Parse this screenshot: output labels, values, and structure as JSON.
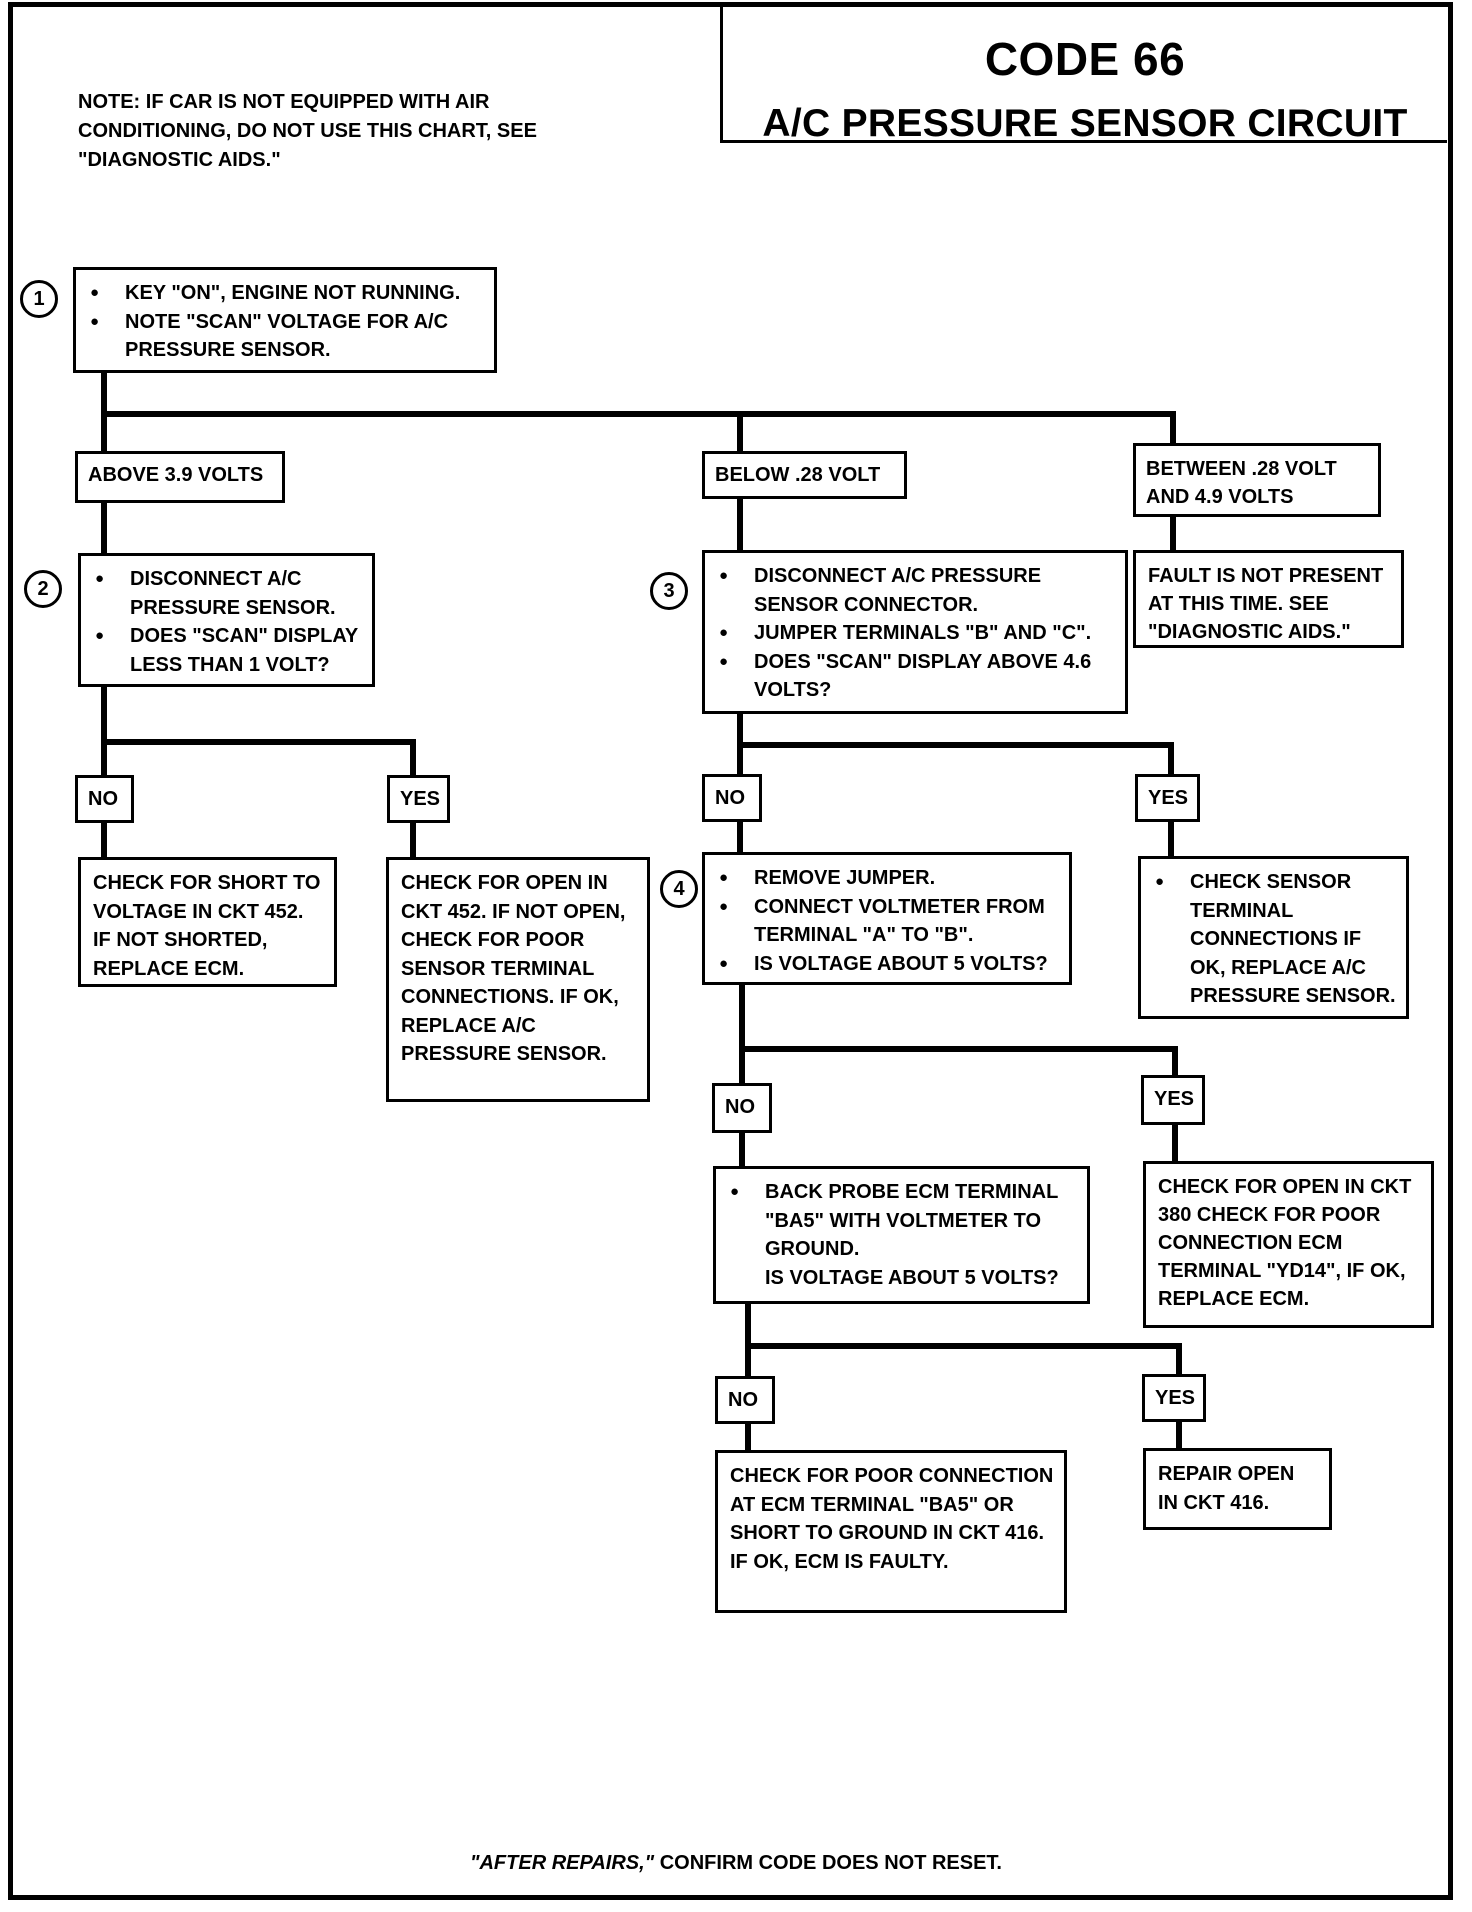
{
  "header": {
    "code": "CODE 66",
    "circuit": "A/C PRESSURE SENSOR CIRCUIT",
    "note": "NOTE:  IF CAR IS NOT EQUIPPED WITH AIR CONDITIONING, DO NOT USE THIS CHART, SEE \"DIAGNOSTIC AIDS.\""
  },
  "steps": [
    "1",
    "2",
    "3",
    "4"
  ],
  "nodes": {
    "step1": [
      "KEY \"ON\", ENGINE NOT RUNNING.",
      "NOTE \"SCAN\" VOLTAGE FOR A/C PRESSURE SENSOR."
    ],
    "above": "ABOVE 3.9 VOLTS",
    "below": "BELOW .28 VOLT",
    "between": "BETWEEN .28 VOLT AND 4.9 VOLTS",
    "fault": "FAULT IS NOT PRESENT AT THIS TIME.  SEE \"DIAGNOSTIC AIDS.\"",
    "step2": [
      "DISCONNECT A/C PRESSURE SENSOR.",
      "DOES \"SCAN\" DISPLAY LESS THAN 1 VOLT?"
    ],
    "step3": [
      "DISCONNECT A/C PRESSURE SENSOR CONNECTOR.",
      "JUMPER TERMINALS \"B\" AND \"C\".",
      "DOES \"SCAN\" DISPLAY ABOVE  4.6 VOLTS?"
    ],
    "no": "NO",
    "yes": "YES",
    "short452": "CHECK FOR SHORT TO VOLTAGE IN CKT 452. IF NOT SHORTED, REPLACE ECM.",
    "open452": "CHECK FOR OPEN IN CKT 452.  IF NOT OPEN, CHECK FOR POOR SENSOR TERMINAL CONNECTIONS.  IF OK, REPLACE A/C PRESSURE SENSOR.",
    "step4": [
      "REMOVE JUMPER.",
      "CONNECT VOLTMETER FROM TERMINAL \"A\" TO \"B\".",
      "IS VOLTAGE ABOUT 5 VOLTS?"
    ],
    "checkSensor": "CHECK SENSOR TERMINAL CONNECTIONS IF OK, REPLACE A/C PRESSURE SENSOR.",
    "backProbe": [
      "BACK PROBE ECM TERMINAL \"BA5\" WITH VOLTMETER TO GROUND.",
      "IS VOLTAGE ABOUT 5  VOLTS?"
    ],
    "open380": "CHECK FOR OPEN IN CKT 380  CHECK FOR POOR CONNECTION ECM TERMINAL \"YD14\", IF OK, REPLACE ECM.",
    "poorConn": "CHECK FOR POOR CONNECTION AT ECM TERMINAL \"BA5\" OR SHORT TO GROUND IN CKT 416.  IF OK, ECM IS FAULTY.",
    "repair416": "REPAIR OPEN IN CKT 416."
  },
  "footer": {
    "emphasis": "\"AFTER REPAIRS,\"",
    "text": "CONFIRM CODE DOES NOT RESET."
  }
}
